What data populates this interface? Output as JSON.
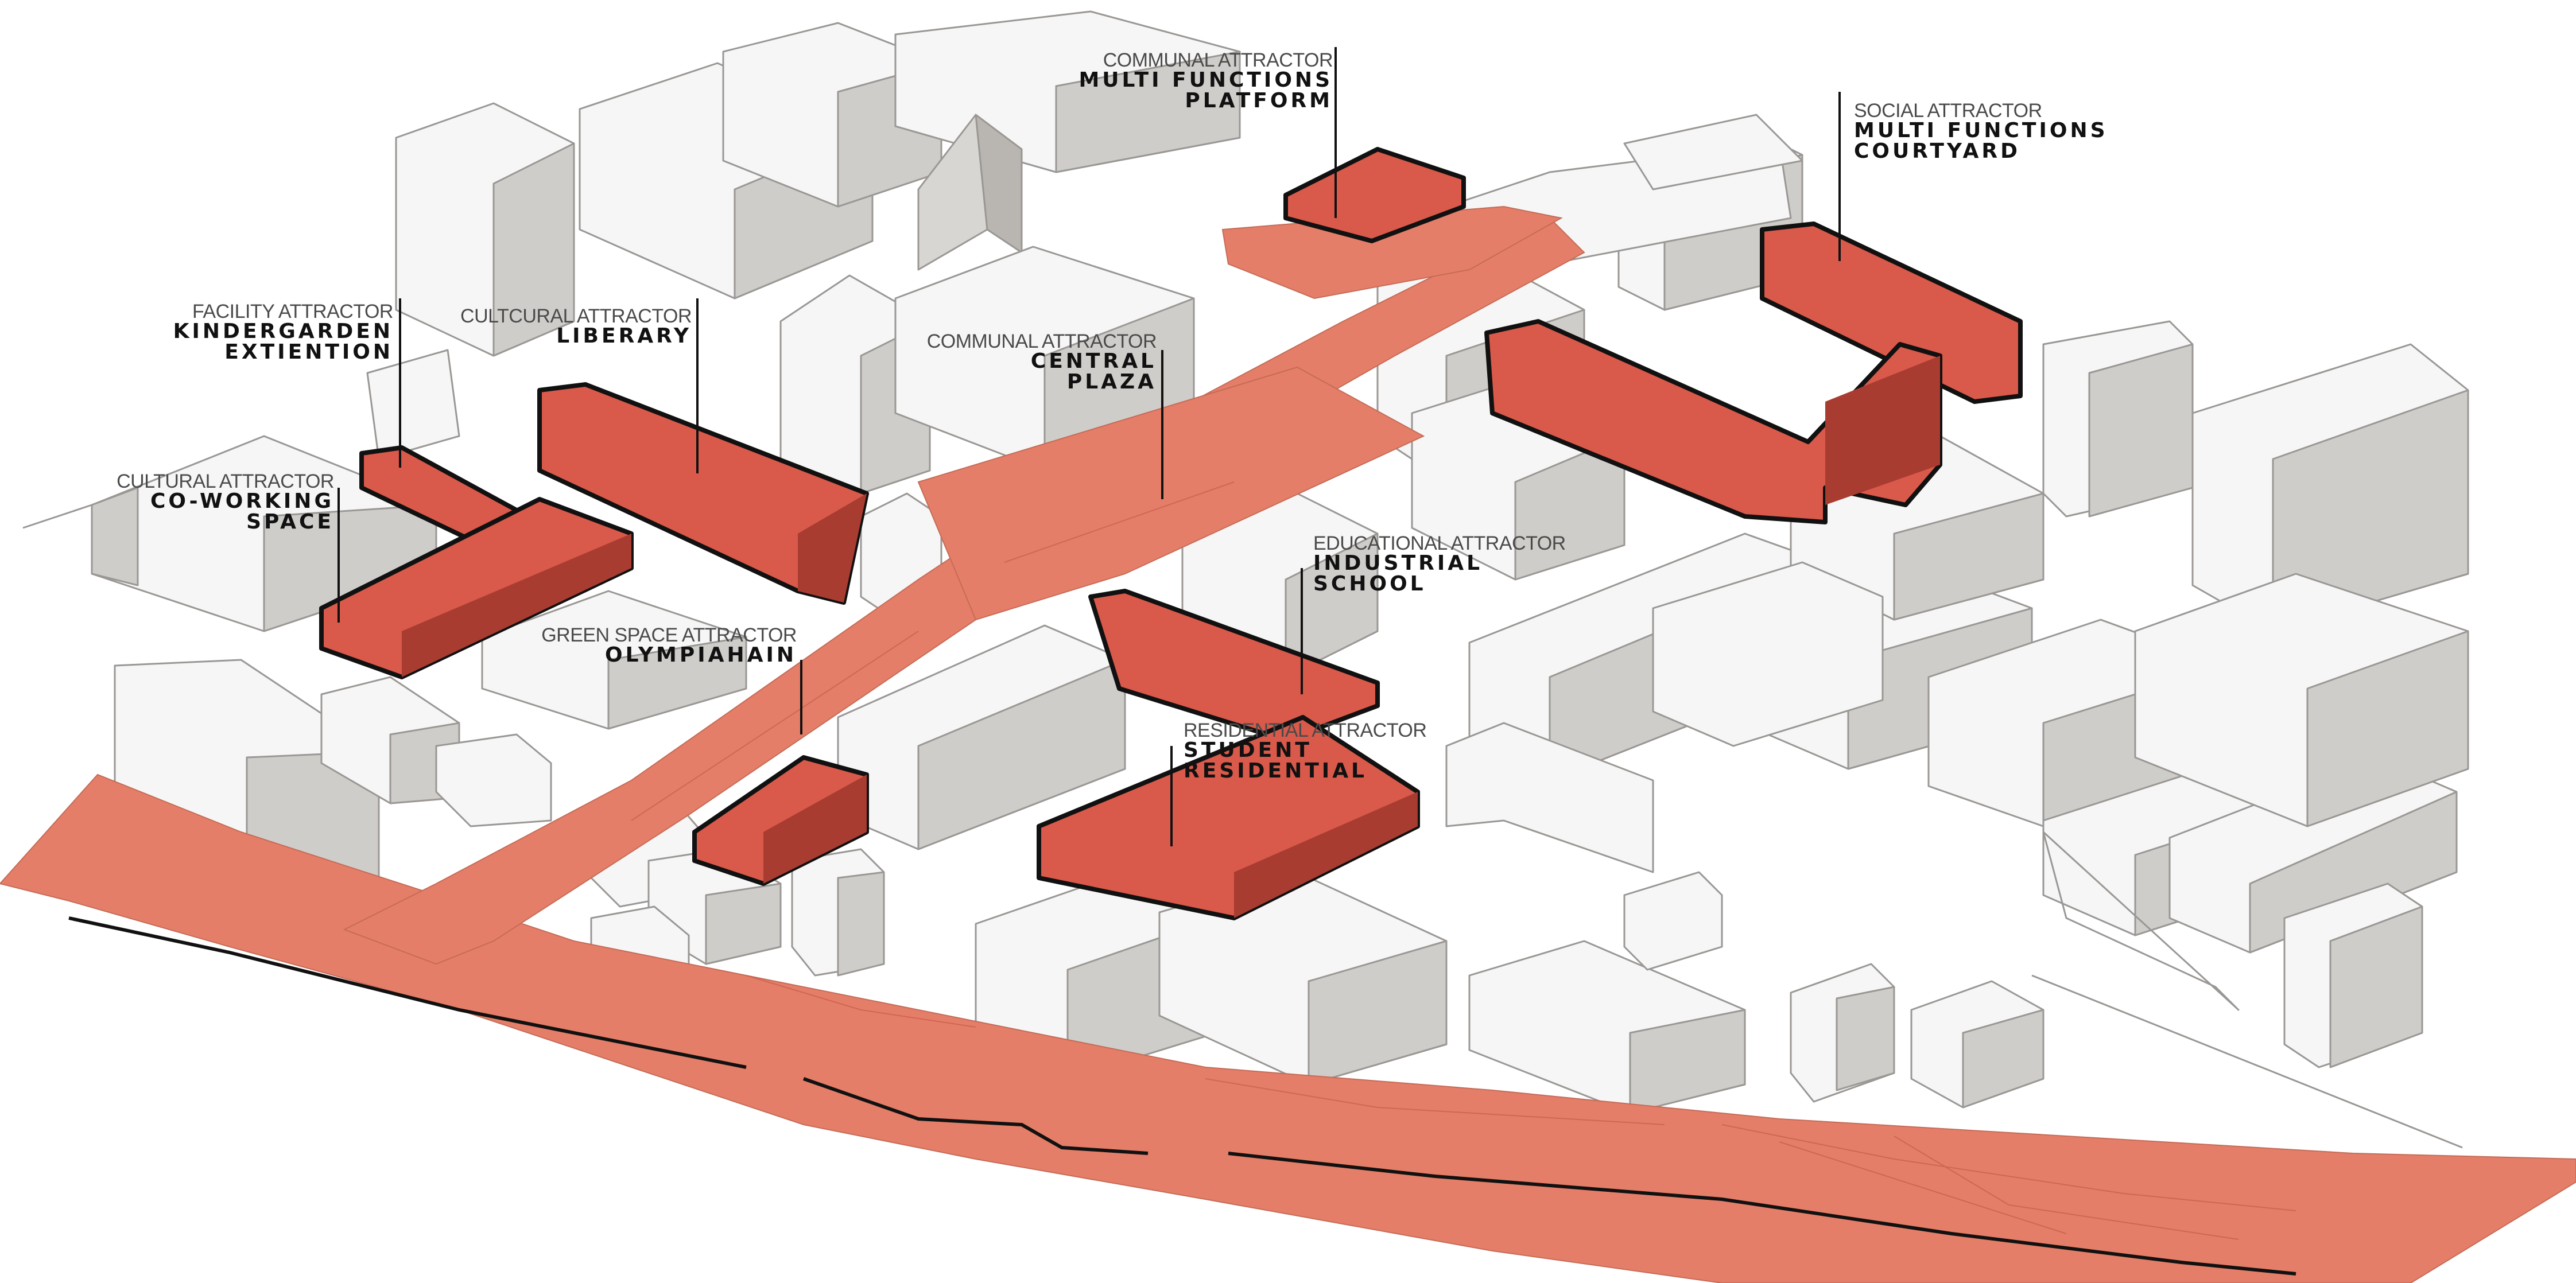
{
  "colors": {
    "attractor_fill": "#d9594a",
    "attractor_shadow": "#a83c31",
    "public_space": "#e57e68",
    "building_top": "#f6f6f6",
    "building_side": "#cfcdca",
    "building_shade": "#b9b6b2",
    "outline": "#111111"
  },
  "labels": [
    {
      "id": "communal-platform",
      "category": "COMMUNAL ATTRACTOR",
      "name_lines": [
        "MULTI FUNCTIONS",
        "PLATFORM"
      ],
      "align": "right"
    },
    {
      "id": "social-courtyard",
      "category": "SOCIAL ATTRACTOR",
      "name_lines": [
        "MULTI FUNCTIONS",
        "COURTYARD"
      ],
      "align": "left"
    },
    {
      "id": "facility-kindergarden",
      "category": "FACILITY ATTRACTOR",
      "name_lines": [
        "KINDERGARDEN",
        "EXTIENTION"
      ],
      "align": "right"
    },
    {
      "id": "cultural-library",
      "category": "CULTCURAL ATTRACTOR",
      "name_lines": [
        "LIBERARY"
      ],
      "align": "right"
    },
    {
      "id": "communal-plaza",
      "category": "COMMUNAL ATTRACTOR",
      "name_lines": [
        "CENTRAL",
        "PLAZA"
      ],
      "align": "right"
    },
    {
      "id": "cultural-coworking",
      "category": "CULTURAL ATTRACTOR",
      "name_lines": [
        "CO-WORKING",
        "SPACE"
      ],
      "align": "right"
    },
    {
      "id": "educational-school",
      "category": "EDUCATIONAL ATTRACTOR",
      "name_lines": [
        "INDUSTRIAL",
        "SCHOOL"
      ],
      "align": "left"
    },
    {
      "id": "green-olympiahain",
      "category": "GREEN SPACE ATTRACTOR",
      "name_lines": [
        "OLYMPIAHAIN"
      ],
      "align": "right"
    },
    {
      "id": "residential-student",
      "category": "RESIDENTIAL ATTRACTOR",
      "name_lines": [
        "STUDENT",
        "RESIDENTIAL"
      ],
      "align": "left"
    }
  ]
}
